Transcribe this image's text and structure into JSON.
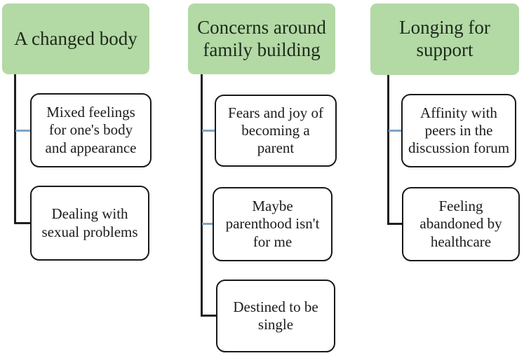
{
  "diagram": {
    "type": "theme-tree",
    "background_color": "#ffffff",
    "header_fill_color": "#b3d9a5",
    "header_text_color": "#1c2a1a",
    "child_border_color": "#191919",
    "trunk_line_color": "#1f1f1f",
    "stub_line_color": "#7da5c6",
    "columns": [
      {
        "header": "A changed body",
        "children": [
          "Mixed feelings\nfor one's body\nand appearance",
          "Dealing with\nsexual problems"
        ]
      },
      {
        "header": "Concerns around\nfamily building",
        "children": [
          "Fears and joy of\nbecoming a\nparent",
          "Maybe\nparenthood isn't\nfor me",
          "Destined to be\nsingle"
        ]
      },
      {
        "header": "Longing for\nsupport",
        "children": [
          "Affinity with\npeers in the\ndiscussion forum",
          "Feeling\nabandoned by\nhealthcare"
        ]
      }
    ]
  }
}
